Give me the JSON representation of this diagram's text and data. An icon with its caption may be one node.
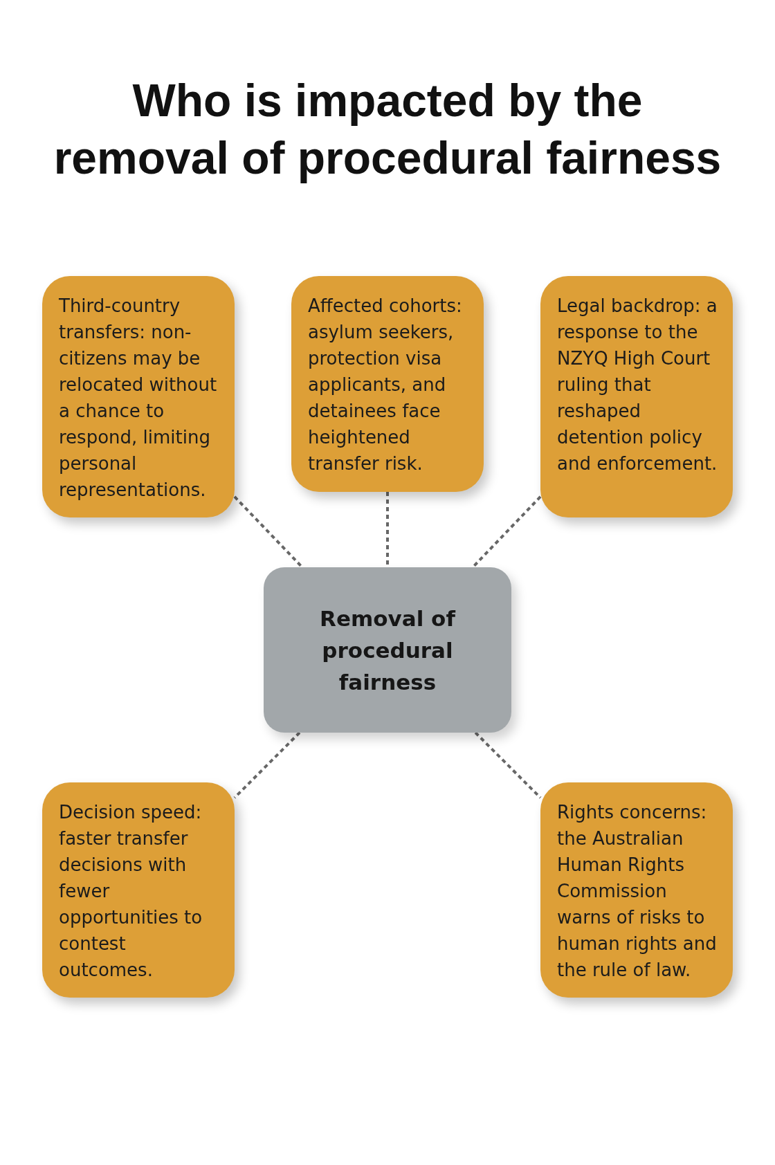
{
  "diagram": {
    "title": "Who is impacted by the removal of procedural fairness",
    "nodes": [
      {
        "text": [
          "Third-country transfers: non-citizens may be relocated without a chance to respond, limiting personal representations."
        ]
      },
      {
        "text": [
          "Affected cohorts: asylum seekers, protection visa applicants, and detainees face heightened transfer risk."
        ]
      },
      {
        "text": [
          "Legal backdrop: a response to the NZYQ High Court ruling that reshaped detention policy and enforcement."
        ]
      },
      {
        "text": [
          "Removal of procedural fairness"
        ]
      },
      {
        "text": [
          "Decision speed: faster transfer decisions with fewer opportunities to contest outcomes."
        ]
      },
      {
        "text": [
          "Rights concerns: the Australian Human Rights Commission warns of risks to human rights and the rule of law."
        ]
      }
    ],
    "edges": [
      {
        "from": 0,
        "to": 3,
        "arrow": "none",
        "style": "dashed"
      },
      {
        "from": 1,
        "to": 3,
        "arrow": "none",
        "style": "dashed"
      },
      {
        "from": 2,
        "to": 3,
        "arrow": "none",
        "style": "dashed"
      },
      {
        "from": 3,
        "to": 4,
        "arrow": "none",
        "style": "dashed"
      },
      {
        "from": 3,
        "to": 5,
        "arrow": "none",
        "style": "dashed"
      }
    ]
  }
}
